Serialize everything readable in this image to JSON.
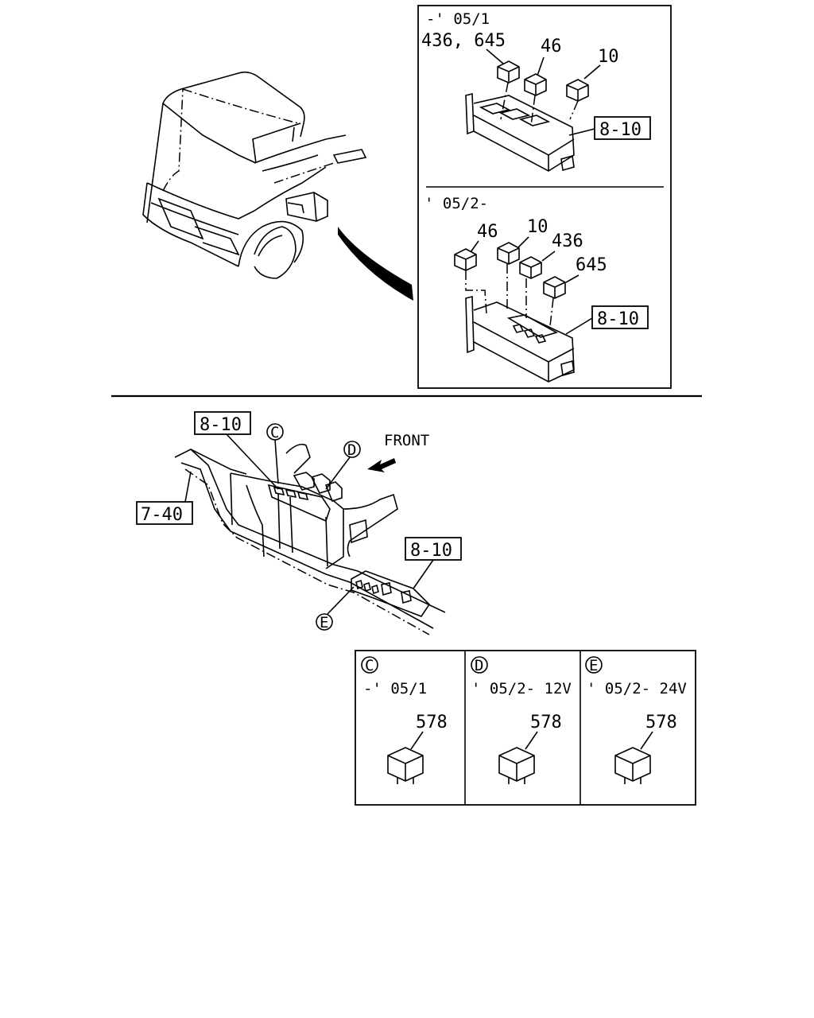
{
  "top_panel": {
    "upper_period": "-' 05/1",
    "upper_parts": [
      "436, 645",
      "46",
      "10"
    ],
    "upper_ref": "8-10",
    "lower_period": "' 05/2-",
    "lower_parts": [
      "46",
      "10",
      "436",
      "645"
    ],
    "lower_ref": "8-10"
  },
  "chassis_view": {
    "ref_top": "8-10",
    "ref_left": "7-40",
    "ref_right": "8-10",
    "callouts": [
      "C",
      "D",
      "E"
    ],
    "front_label": "FRONT"
  },
  "variants": [
    {
      "marker": "C",
      "period": "-' 05/1",
      "part": "578"
    },
    {
      "marker": "D",
      "period": "' 05/2- 12V",
      "part": "578"
    },
    {
      "marker": "E",
      "period": "' 05/2- 24V",
      "part": "578"
    }
  ]
}
